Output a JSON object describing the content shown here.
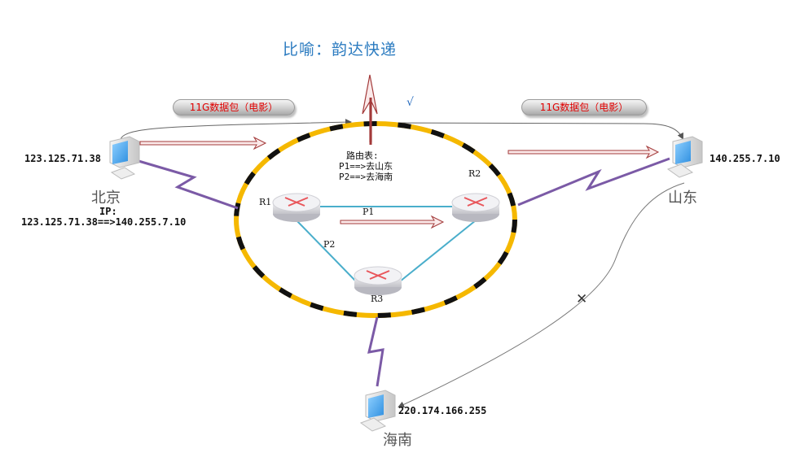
{
  "title": "比喻：韵达快递",
  "packets": {
    "left": "11G数据包（电影）",
    "right": "11G数据包（电影）"
  },
  "hosts": {
    "beijing": {
      "city": "北京",
      "ip": "123.125.71.38",
      "ip_label": "IP:",
      "ip_mapping": "123.125.71.38==>140.255.7.10"
    },
    "shandong": {
      "city": "山东",
      "ip": "140.255.7.10"
    },
    "hainan": {
      "city": "海南",
      "ip": "220.174.166.255"
    }
  },
  "routing_table": {
    "title": "路由表:",
    "entries": [
      "P1==>去山东",
      "P2==>去海南"
    ]
  },
  "routers": {
    "r1": "R1",
    "r2": "R2",
    "r3": "R3"
  },
  "paths": {
    "p1": "P1",
    "p2": "P2"
  },
  "marks": {
    "check": "√",
    "cross": "✕"
  },
  "colors": {
    "title": "#2b7bc0",
    "packet_text": "#e00000",
    "ring_yellow": "#f5b800",
    "ring_black": "#111111",
    "link_cyan": "#4aaecb",
    "wan_purple": "#7b5aa6",
    "arrow_red": "#a33a3a"
  }
}
